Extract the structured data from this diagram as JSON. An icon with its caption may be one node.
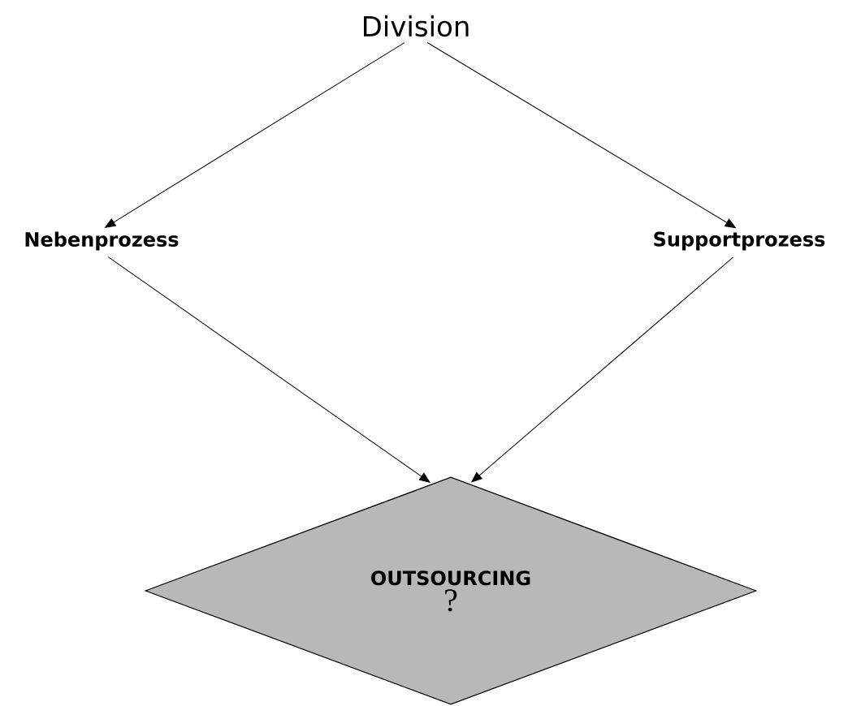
{
  "diagram": {
    "nodes": [
      {
        "text": [
          "Division"
        ]
      },
      {
        "text": [
          "Nebenprozess"
        ]
      },
      {
        "text": [
          "Supportprozess"
        ]
      },
      {
        "text": [
          "OUTSOURCING",
          "?"
        ]
      }
    ],
    "edges": [
      {
        "from": 0,
        "to": 1,
        "arrow": "to"
      },
      {
        "from": 0,
        "to": 2,
        "arrow": "to"
      },
      {
        "from": 1,
        "to": 3,
        "arrow": "to"
      },
      {
        "from": 2,
        "to": 3,
        "arrow": "to"
      }
    ]
  }
}
